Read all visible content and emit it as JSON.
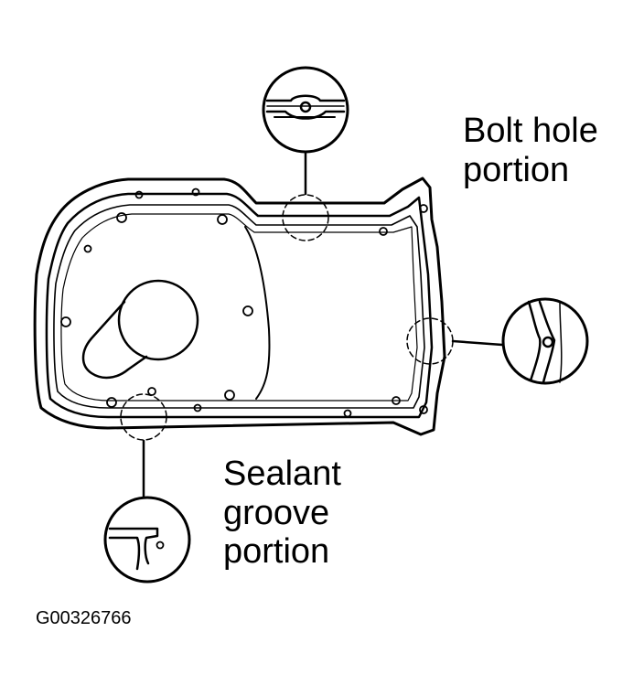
{
  "labels": {
    "bolt_hole": [
      "Bolt hole",
      "portion"
    ],
    "sealant_groove": [
      "Sealant",
      "groove",
      "portion"
    ]
  },
  "figure_code": "G00326766",
  "colors": {
    "ink": "#000000",
    "paper": "#ffffff"
  }
}
